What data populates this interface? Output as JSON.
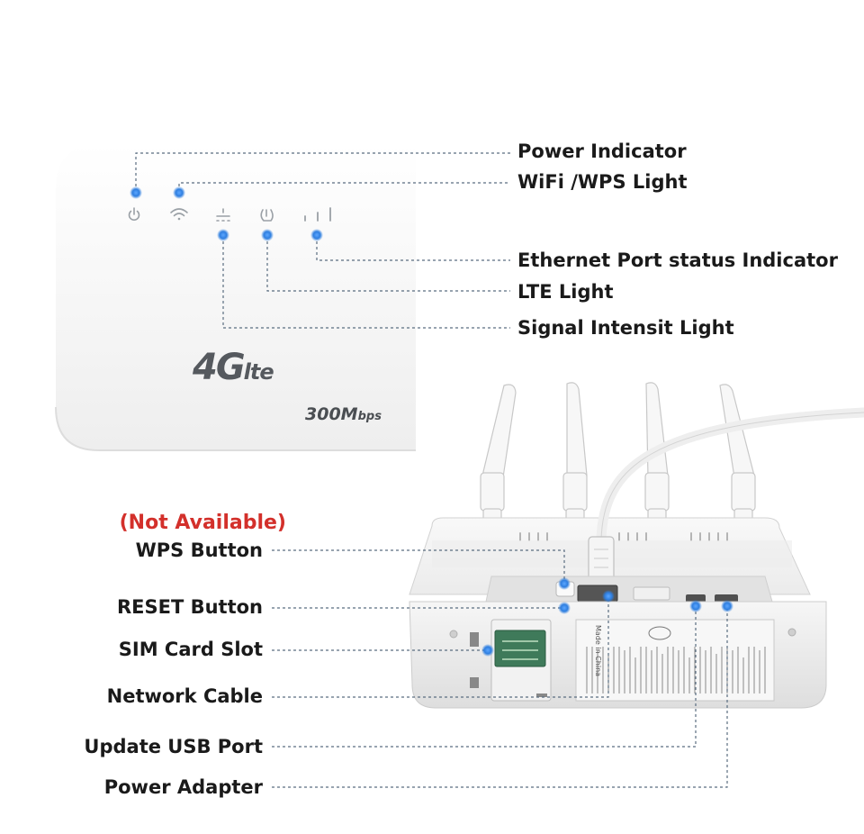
{
  "labels": {
    "power_indicator": "Power Indicator",
    "wifi_wps_light": "WiFi /WPS Light",
    "ethernet_port_status": "Ethernet Port status Indicator",
    "lte_light": "LTE Light",
    "signal_intensity_light": "Signal Intensit Light",
    "not_available": "(Not Available)",
    "wps_button": "WPS Button",
    "reset_button": "RESET Button",
    "sim_card_slot": "SIM Card Slot",
    "network_cable": "Network Cable",
    "update_usb_port": "Update USB Port",
    "power_adapter": "Power Adapter"
  },
  "device_branding": {
    "network_big": "4G",
    "network_small": "lte",
    "speed_big": "300M",
    "speed_small": "bps"
  },
  "label_product": {
    "made_in": "Made in China"
  },
  "icons": [
    "power-icon",
    "wifi-icon",
    "ethernet-icon",
    "lte-icon",
    "signal-bars-icon"
  ],
  "colors": {
    "callout_dot": "#2f7fe0",
    "leader_line": "#5a6d80",
    "warning_text": "#d3302b",
    "label_text": "#1a1a1a",
    "device_body": "#f4f4f4"
  }
}
